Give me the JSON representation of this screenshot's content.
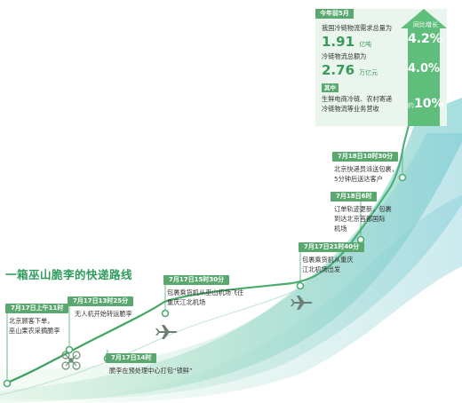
{
  "title": "一箱巫山脆李的快递路线",
  "events": [
    {
      "time": "7月17日上午11时",
      "desc": [
        "北京顾客下单，",
        "巫山果农采摘脆李"
      ]
    },
    {
      "time": "7月17日13时25分",
      "desc": [
        "无人机开始转运脆李"
      ]
    },
    {
      "time": "7月17日14时",
      "desc": [
        "脆李在预处理中心打包“锁鲜”"
      ]
    },
    {
      "time": "7月17日15时30分",
      "desc": [
        "包裹乘货机从巫山机场飞往",
        "重庆江北机场"
      ]
    },
    {
      "time": "7月17日21时40分",
      "desc": [
        "包裹乘货机从重庆",
        "江北机场出发"
      ]
    },
    {
      "time": "7月18日6时",
      "desc": [
        "订单轨迹更新，包裹",
        "到达北京首都国际",
        "机场"
      ]
    },
    {
      "time": "7月18日10时30分",
      "desc": [
        "北京快递员派送包裹，",
        "5分钟后送达客户"
      ]
    }
  ],
  "stats": {
    "header": "今年前5月",
    "growth_label": "同比增长",
    "demand_text": "我国冷链物流需求总量为",
    "demand_value": "1.91",
    "demand_unit": "亿吨",
    "demand_growth": "4.2%",
    "total_text": "冷链物流总额为",
    "total_value": "2.76",
    "total_unit": "万亿元",
    "total_growth": "4.0%",
    "among_label": "其中",
    "sub_text": [
      "生鲜电商冷链、农村寄递",
      "冷链物流等业务营收"
    ],
    "sub_prefix": "约",
    "sub_growth": "10%"
  },
  "colors": {
    "accent": "#5aa86f",
    "title": "#2f9b5a",
    "stats_bg": "#eaf5ee",
    "arrow": "#5fbe7c"
  },
  "icons": [
    "drone-icon",
    "airplane-icon",
    "airplane-icon"
  ]
}
